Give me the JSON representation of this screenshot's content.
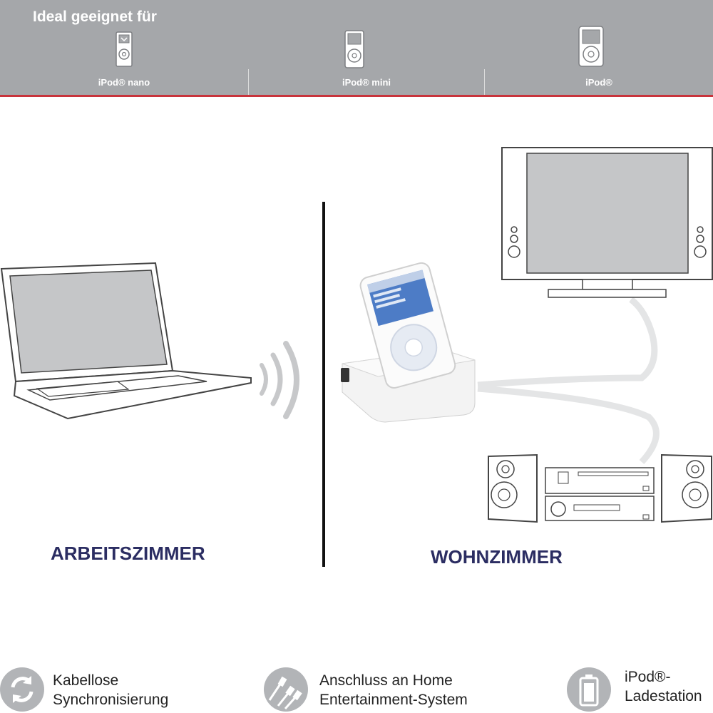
{
  "banner": {
    "title": "Ideal geeignet für",
    "models": [
      {
        "label": "iPod® nano",
        "icon": "ipod-nano-icon"
      },
      {
        "label": "iPod® mini",
        "icon": "ipod-mini-icon"
      },
      {
        "label": "iPod®",
        "icon": "ipod-icon"
      }
    ]
  },
  "rooms": {
    "left": "ARBEITSZIMMER",
    "right": "WOHNZIMMER"
  },
  "features": [
    {
      "text": "Kabellose\nSynchronisierung",
      "icon": "sync-icon"
    },
    {
      "text": "Anschluss an Home\nEntertainment-System",
      "icon": "cable-icon"
    },
    {
      "text": "iPod®-\nLadestation",
      "icon": "battery-icon"
    }
  ],
  "colors": {
    "banner": "#a5a7aa",
    "accent_line": "#c8343c",
    "room_label": "#2b2d62"
  }
}
